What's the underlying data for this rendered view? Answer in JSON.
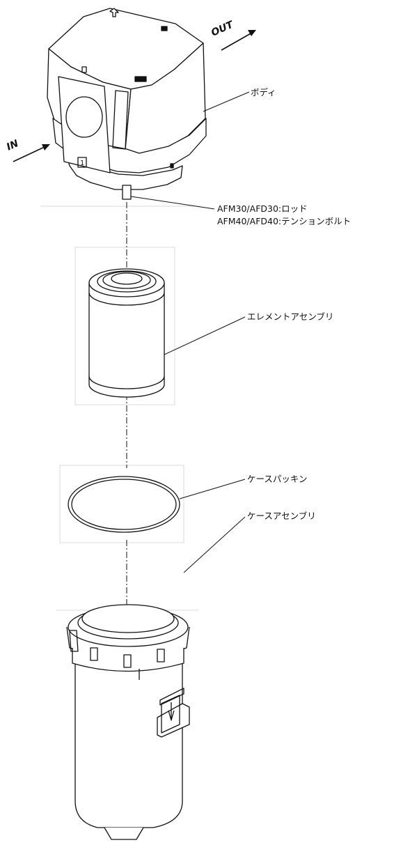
{
  "flow": {
    "in": "IN",
    "out": "OUT"
  },
  "parts": {
    "body": "ボディ",
    "rod_line1": "AFM30/AFD30:ロッド",
    "rod_line2": "AFM40/AFD40:テンションボルト",
    "element": "エレメントアセンブリ",
    "case_packing": "ケースパッキン",
    "case_assembly": "ケースアセンブリ"
  },
  "marks": {
    "port_number": "1"
  },
  "colors": {
    "line": "#111111",
    "frame": "#d9d9d9",
    "background": "#ffffff"
  }
}
